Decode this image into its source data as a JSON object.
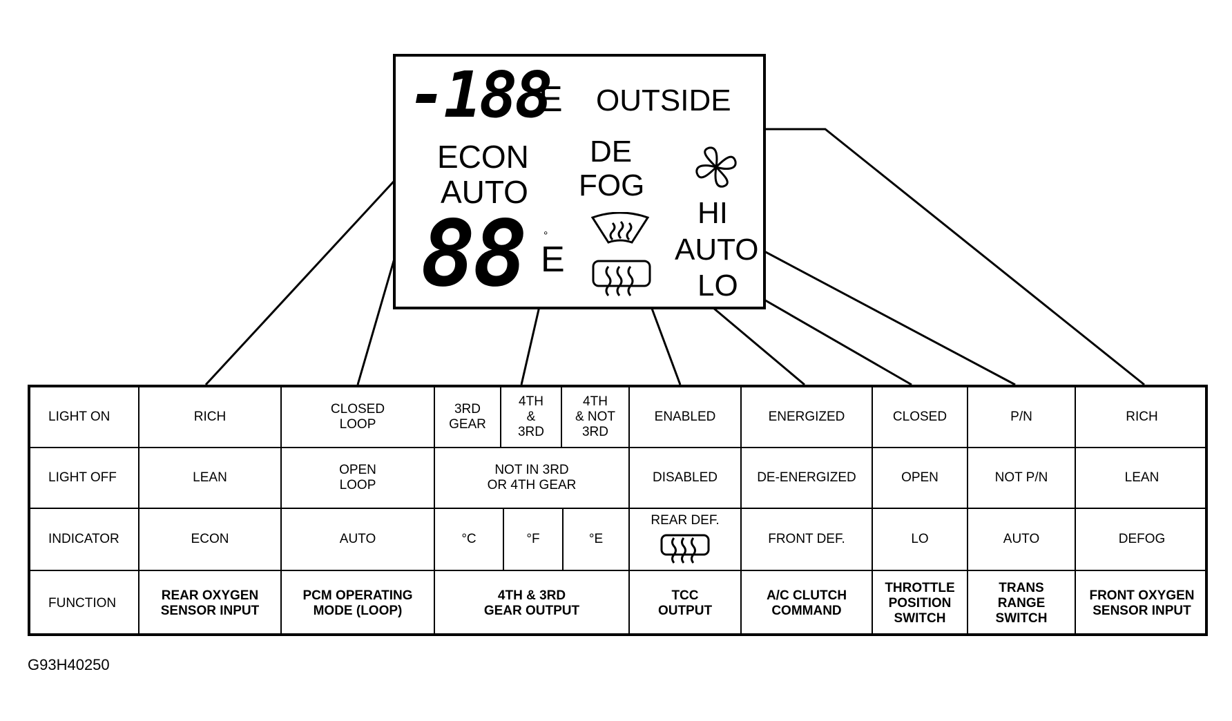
{
  "display": {
    "temp_top": "-188",
    "temp_top_unit": "E",
    "outside": "OUTSIDE",
    "econ": "ECON",
    "auto": "AUTO",
    "temp_bottom": "88",
    "temp_bottom_unit": "E",
    "defog_line1": "DE",
    "defog_line2": "FOG",
    "hi": "HI",
    "auto_fan": "AUTO",
    "lo": "LO",
    "icons": [
      "front-defrost-icon",
      "rear-defrost-icon",
      "fan-icon"
    ]
  },
  "table": {
    "row_labels": [
      "LIGHT ON",
      "LIGHT OFF",
      "INDICATOR",
      "FUNCTION"
    ],
    "light_on": {
      "rich": "RICH",
      "closed_loop": "CLOSED\nLOOP",
      "gear_3rd": "3RD\nGEAR",
      "gear_4th_3rd": "4TH\n&\n3RD",
      "gear_4th_not_3rd": "4TH\n& NOT\n3RD",
      "enabled": "ENABLED",
      "energized": "ENERGIZED",
      "closed": "CLOSED",
      "pn": "P/N",
      "rich2": "RICH"
    },
    "light_off": {
      "lean": "LEAN",
      "open_loop": "OPEN\nLOOP",
      "not_gear": "NOT IN 3RD\nOR 4TH GEAR",
      "disabled": "DISABLED",
      "de_energized": "DE-ENERGIZED",
      "open": "OPEN",
      "not_pn": "NOT P/N",
      "lean2": "LEAN"
    },
    "indicator": {
      "econ": "ECON",
      "auto": "AUTO",
      "deg_c": "°C",
      "deg_f": "°F",
      "deg_e": "°E",
      "rear_def": "REAR DEF.",
      "front_def": "FRONT DEF.",
      "lo": "LO",
      "auto2": "AUTO",
      "defog": "DEFOG"
    },
    "function": {
      "rear_o2": "REAR OXYGEN\nSENSOR INPUT",
      "pcm_mode": "PCM OPERATING\nMODE (LOOP)",
      "gear_output": "4TH & 3RD\nGEAR OUTPUT",
      "tcc": "TCC\nOUTPUT",
      "ac_clutch": "A/C CLUTCH\nCOMMAND",
      "throttle": "THROTTLE\nPOSITION\nSWITCH",
      "trans_range": "TRANS\nRANGE\nSWITCH",
      "front_o2": "FRONT OXYGEN\nSENSOR INPUT"
    }
  },
  "figure_id": "G93H40250"
}
